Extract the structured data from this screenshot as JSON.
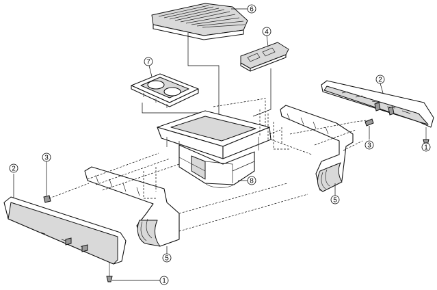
{
  "callouts": {
    "c1a": "1",
    "c1b": "1",
    "c2a": "2",
    "c2b": "2",
    "c3a": "3",
    "c3b": "3",
    "c4": "4",
    "c5a": "5",
    "c5b": "5",
    "c6": "6",
    "c7": "7",
    "c8": "8"
  }
}
